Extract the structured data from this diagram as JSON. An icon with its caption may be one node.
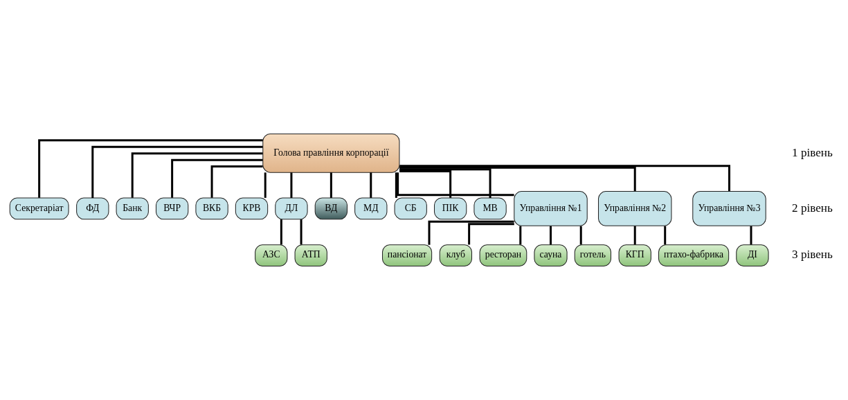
{
  "diagram": {
    "nodes": [
      {
        "text": [
          "Голова правління корпорації"
        ]
      },
      {
        "text": [
          "Секретаріат"
        ]
      },
      {
        "text": [
          "ФД"
        ]
      },
      {
        "text": [
          "Банк"
        ]
      },
      {
        "text": [
          "ВЧР"
        ]
      },
      {
        "text": [
          "ВКБ"
        ]
      },
      {
        "text": [
          "КРВ"
        ]
      },
      {
        "text": [
          "ДЛ"
        ]
      },
      {
        "text": [
          "ВД"
        ]
      },
      {
        "text": [
          "МД"
        ]
      },
      {
        "text": [
          "СБ"
        ]
      },
      {
        "text": [
          "ПІК"
        ]
      },
      {
        "text": [
          "МВ"
        ]
      },
      {
        "text": [
          "Управління №1"
        ]
      },
      {
        "text": [
          "Управління №2"
        ]
      },
      {
        "text": [
          "Управління №3"
        ]
      },
      {
        "text": [
          "АЗС"
        ]
      },
      {
        "text": [
          "АТП"
        ]
      },
      {
        "text": [
          "пансіонат"
        ]
      },
      {
        "text": [
          "клуб"
        ]
      },
      {
        "text": [
          "ресторан"
        ]
      },
      {
        "text": [
          "сауна"
        ]
      },
      {
        "text": [
          "готель"
        ]
      },
      {
        "text": [
          "КГП"
        ]
      },
      {
        "text": [
          "птахо-фабрика"
        ]
      },
      {
        "text": [
          "ДІ"
        ]
      }
    ],
    "edges": [
      {
        "from": 0,
        "to": 1,
        "arrow": "none"
      },
      {
        "from": 0,
        "to": 2,
        "arrow": "none"
      },
      {
        "from": 0,
        "to": 3,
        "arrow": "none"
      },
      {
        "from": 0,
        "to": 4,
        "arrow": "none"
      },
      {
        "from": 0,
        "to": 5,
        "arrow": "none"
      },
      {
        "from": 0,
        "to": 6,
        "arrow": "none"
      },
      {
        "from": 0,
        "to": 7,
        "arrow": "none"
      },
      {
        "from": 0,
        "to": 8,
        "arrow": "none"
      },
      {
        "from": 0,
        "to": 9,
        "arrow": "none"
      },
      {
        "from": 0,
        "to": 10,
        "arrow": "none"
      },
      {
        "from": 0,
        "to": 11,
        "arrow": "none"
      },
      {
        "from": 0,
        "to": 12,
        "arrow": "none"
      },
      {
        "from": 0,
        "to": 13,
        "arrow": "none"
      },
      {
        "from": 0,
        "to": 14,
        "arrow": "none"
      },
      {
        "from": 0,
        "to": 15,
        "arrow": "none"
      },
      {
        "from": 7,
        "to": 16,
        "arrow": "none"
      },
      {
        "from": 7,
        "to": 17,
        "arrow": "none"
      },
      {
        "from": 13,
        "to": 18,
        "arrow": "none"
      },
      {
        "from": 13,
        "to": 19,
        "arrow": "none"
      },
      {
        "from": 13,
        "to": 20,
        "arrow": "none"
      },
      {
        "from": 13,
        "to": 21,
        "arrow": "none"
      },
      {
        "from": 13,
        "to": 22,
        "arrow": "none"
      },
      {
        "from": 14,
        "to": 23,
        "arrow": "none"
      },
      {
        "from": 14,
        "to": 24,
        "arrow": "none"
      },
      {
        "from": 15,
        "to": 25,
        "arrow": "none"
      }
    ],
    "labels": [
      "1 рівень",
      "2 рівень",
      "3 рівень"
    ]
  }
}
